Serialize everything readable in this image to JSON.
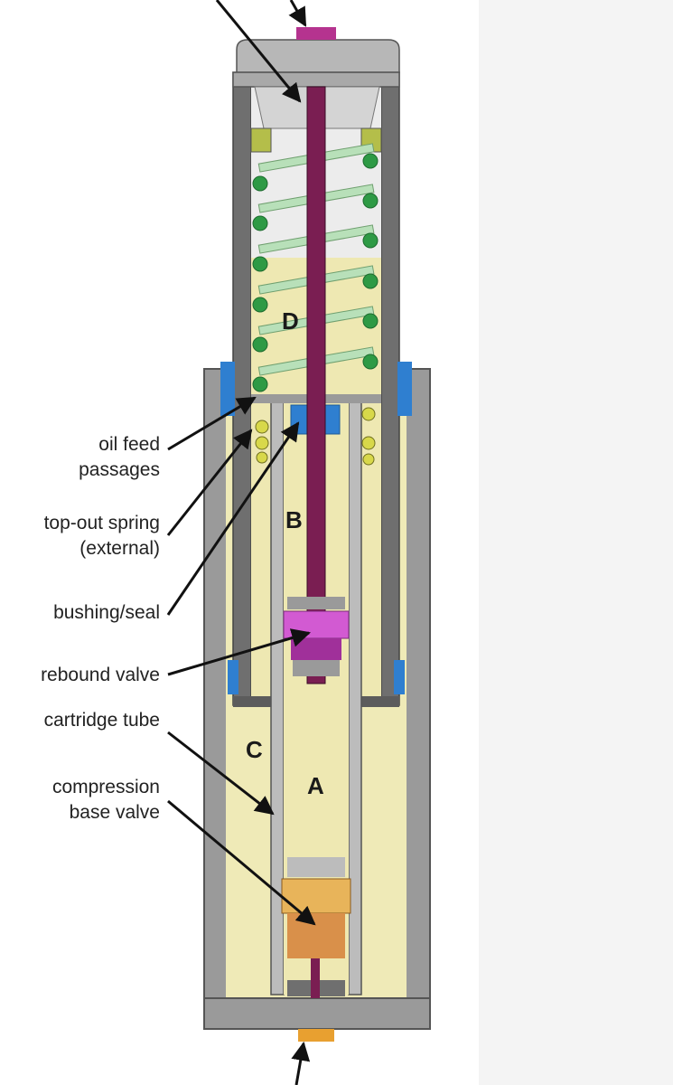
{
  "labels": {
    "oil_feed_1": "oil feed",
    "oil_feed_2": "passages",
    "top_out_1": "top-out spring",
    "top_out_2": "(external)",
    "bushing": "bushing/seal",
    "rebound": "rebound valve",
    "cartridge": "cartridge tube",
    "compression_1": "compression",
    "compression_2": "base valve"
  },
  "regions": {
    "a": "A",
    "b": "B",
    "c": "C",
    "d": "D"
  },
  "colors": {
    "oil": "#efeab7",
    "oil_dark": "#e6df9f",
    "tube": "#8a8a8a",
    "tube_dark": "#5c5c5c",
    "cap": "#b7b7b7",
    "spring": "#2e9a45",
    "spring_light": "#b8e0b9",
    "rod": "#7a1e52",
    "rebound": "#d25ad2",
    "compression": "#e8b45a",
    "seal": "#2f7fd0"
  }
}
